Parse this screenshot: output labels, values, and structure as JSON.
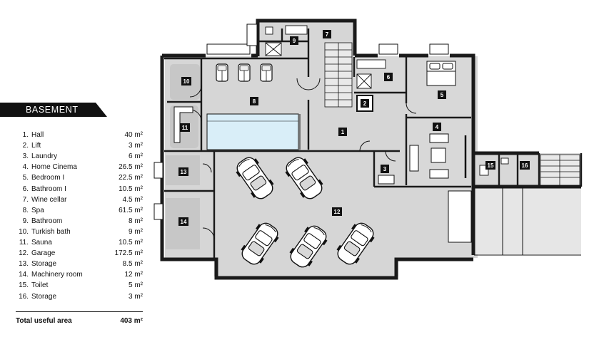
{
  "legend": {
    "title": "BASEMENT",
    "rooms": [
      {
        "no": "1.",
        "name": "Hall",
        "area": "40 m²"
      },
      {
        "no": "2.",
        "name": "Lift",
        "area": "3 m²"
      },
      {
        "no": "3.",
        "name": "Laundry",
        "area": "6 m²"
      },
      {
        "no": "4.",
        "name": "Home Cinema",
        "area": "26.5 m²"
      },
      {
        "no": "5.",
        "name": "Bedroom I",
        "area": "22.5 m²"
      },
      {
        "no": "6.",
        "name": "Bathroom I",
        "area": "10.5 m²"
      },
      {
        "no": "7.",
        "name": "Wine cellar",
        "area": "4.5 m²"
      },
      {
        "no": "8.",
        "name": "Spa",
        "area": "61.5 m²"
      },
      {
        "no": "9.",
        "name": "Bathroom",
        "area": "8 m²"
      },
      {
        "no": "10.",
        "name": "Turkish bath",
        "area": "9 m²"
      },
      {
        "no": "11.",
        "name": "Sauna",
        "area": "10.5 m²"
      },
      {
        "no": "12.",
        "name": "Garage",
        "area": "172.5 m²"
      },
      {
        "no": "13.",
        "name": "Storage",
        "area": "8.5 m²"
      },
      {
        "no": "14.",
        "name": "Machinery room",
        "area": "12 m²"
      },
      {
        "no": "15.",
        "name": "Toilet",
        "area": "5 m²"
      },
      {
        "no": "16.",
        "name": "Storage",
        "area": "3 m²"
      }
    ],
    "total_label": "Total useful area",
    "total_value": "403 m²"
  },
  "plan_labels": {
    "r1": "1",
    "r2": "2",
    "r3": "3",
    "r4": "4",
    "r5": "5",
    "r6": "6",
    "r7": "7",
    "r8": "8",
    "r9": "9",
    "r10": "10",
    "r11": "11",
    "r12": "12",
    "r13": "13",
    "r14": "14",
    "r15": "15",
    "r16": "16"
  },
  "colors": {
    "wall": "#1a1a1a",
    "floor": "#cfcfcf",
    "floor_light": "#e3e3e3",
    "pool": "#cfe8f5",
    "label_bg": "#111111"
  }
}
